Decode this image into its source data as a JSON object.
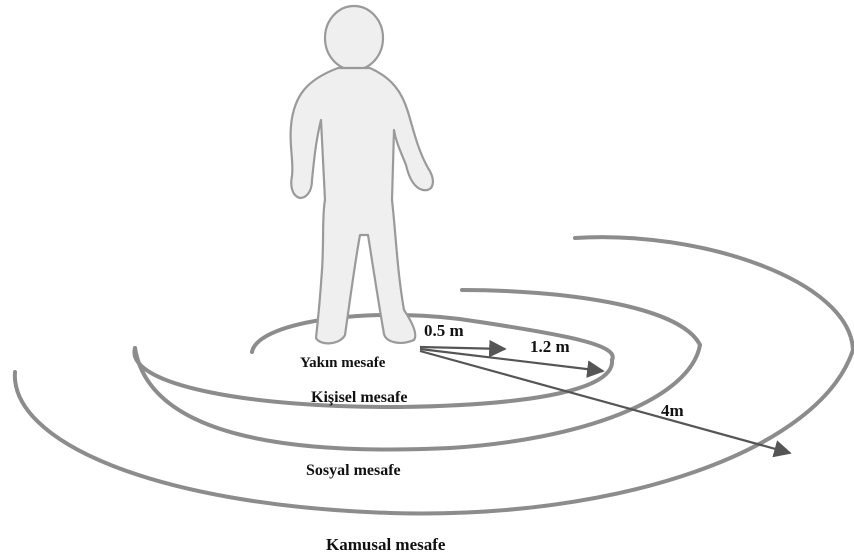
{
  "zones": [
    {
      "key": "intimate",
      "label": "Yakın mesafe"
    },
    {
      "key": "personal",
      "label": "Kişisel mesafe"
    },
    {
      "key": "social",
      "label": "Sosyal mesafe"
    },
    {
      "key": "public",
      "label": "Kamusal mesafe"
    }
  ],
  "distances": [
    {
      "label": "0.5 m"
    },
    {
      "label": "1.2 m"
    },
    {
      "label": "4m"
    }
  ],
  "colors": {
    "ring": "#8c8c8c",
    "arrow": "#555555",
    "figure_fill": "#efefef",
    "figure_stroke": "#9a9a9a",
    "text": "#111111"
  },
  "icons": {
    "figure": "person-silhouette-icon"
  }
}
